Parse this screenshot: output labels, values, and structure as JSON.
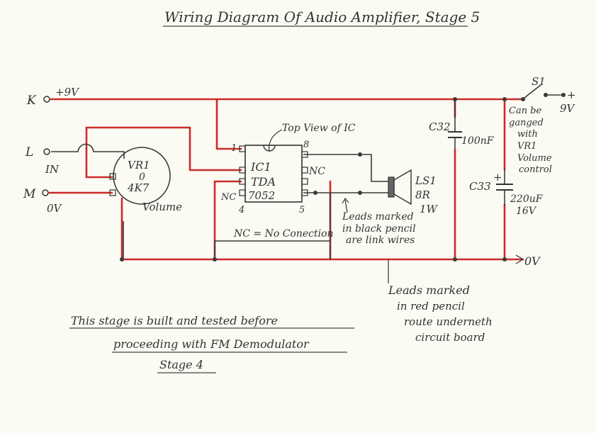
{
  "title": "Wiring Diagram Of Audio Amplifier, Stage 5",
  "terminals": {
    "k": "K",
    "k_supply": "+9V",
    "l": "L",
    "l_in": "IN",
    "m": "M",
    "m_0v": "0V",
    "rail_0v": "0V"
  },
  "vr1": {
    "ref": "VR1",
    "value_top": "0",
    "value": "4K7",
    "label": "Volume"
  },
  "ic1": {
    "top_view_note": "Top View of IC",
    "ref": "IC1",
    "part_line1": "TDA",
    "part_line2": "7052",
    "pin_1": "1",
    "pin_8": "8",
    "pin_4": "4",
    "pin_5": "5",
    "nc_right": "NC",
    "nc_left": "NC",
    "nc_key": "NC = No Conection"
  },
  "link_note": [
    "Leads marked",
    "in black pencil",
    "are link wires"
  ],
  "speaker": {
    "ref": "LS1",
    "value": "8R",
    "power": "1W"
  },
  "c32": {
    "ref": "C32",
    "value": "100nF"
  },
  "c33": {
    "ref": "C33",
    "plus": "+",
    "value": "220uF",
    "voltage": "16V"
  },
  "s1": {
    "ref": "S1",
    "plus": "+",
    "voltage": "9V"
  },
  "ganged_note": [
    "Can be",
    "ganged",
    "with",
    "VR1",
    "Volume",
    "control"
  ],
  "red_note": [
    "Leads marked",
    "in red pencil",
    "route underneth",
    "circuit board"
  ],
  "footer_note": [
    "This stage is built and tested before",
    "proceeding with FM Demodulator",
    "Stage 4"
  ],
  "colors": {
    "red_wire": "#cc2b2b",
    "pencil": "#3a3a3a",
    "paper": "#fbfaf3"
  }
}
